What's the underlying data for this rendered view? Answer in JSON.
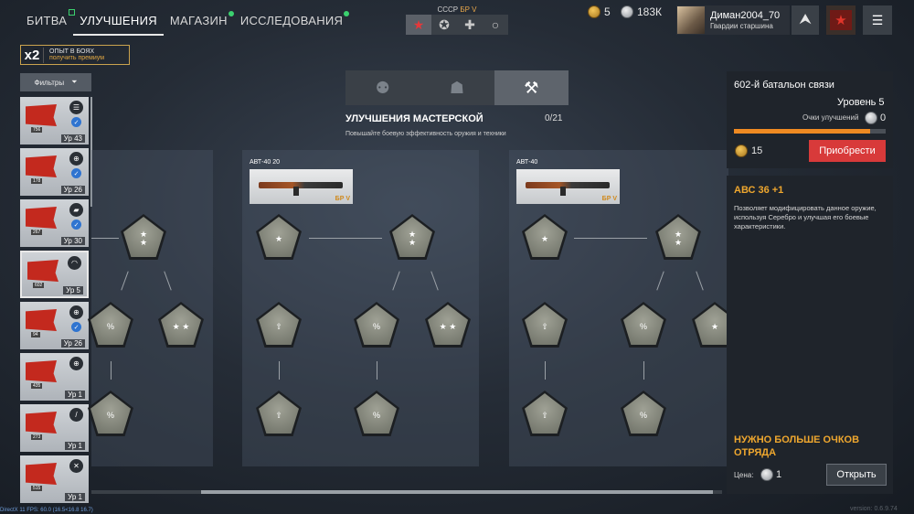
{
  "nav": {
    "tabs": [
      {
        "label": "БИТВА"
      },
      {
        "label": "УЛУЧШЕНИЯ"
      },
      {
        "label": "МАГАЗИН"
      },
      {
        "label": "ИССЛЕДОВАНИЯ"
      }
    ]
  },
  "nation": {
    "name": "СССР",
    "br": "БР V"
  },
  "currency": {
    "gold": "5",
    "silver": "183К"
  },
  "profile": {
    "name": "Диман2004_70",
    "rank": "Гвардии старшина"
  },
  "boost": {
    "mult": "x2",
    "line1": "ОПЫТ В БОЯХ",
    "line2": "получить премиум"
  },
  "filters_label": "Фильтры",
  "squads": [
    {
      "num": "756",
      "level": "Ур 43",
      "icon": "list-icon",
      "check": true
    },
    {
      "num": "178",
      "level": "Ур 26",
      "icon": "crosshair-icon",
      "check": true
    },
    {
      "num": "267",
      "level": "Ур 30",
      "icon": "tank-icon",
      "check": true
    },
    {
      "num": "602",
      "level": "Ур 5",
      "icon": "headset-icon",
      "check": false
    },
    {
      "num": "94",
      "level": "Ур 26",
      "icon": "crosshair-icon",
      "check": true
    },
    {
      "num": "435",
      "level": "Ур 1",
      "icon": "crosshair-icon",
      "check": false
    },
    {
      "num": "273",
      "level": "Ур 1",
      "icon": "knife-icon",
      "check": false
    },
    {
      "num": "515",
      "level": "Ур 1",
      "icon": "tools-icon",
      "check": false
    }
  ],
  "upgrades": {
    "title": "УЛУЧШЕНИЯ МАСТЕРСКОЙ",
    "count": "0/21",
    "desc": "Повышайте боевую эффективность оружия и техники"
  },
  "weapons": [
    {
      "name": "АВТ-40 20",
      "br": "БР V"
    },
    {
      "name": "АВТ-40",
      "br": "БР V"
    }
  ],
  "right_panel": {
    "squad_name": "602-й батальон связи",
    "level": "Уровень 5",
    "points_label": "Очки улучшений",
    "points": "0",
    "progress": 0.9,
    "price": "15",
    "buy_label": "Приобрести",
    "item_title": "АВС 36 +1",
    "item_desc": "Позволяет модифицировать данное оружие, используя Серебро и улучшая его боевые характеристики.",
    "need_title": "НУЖНО БОЛЬШЕ ОЧКОВ ОТРЯДА",
    "cost_label": "Цена:",
    "cost": "1",
    "open_label": "Открыть"
  },
  "debug": {
    "fps": "DirectX 11 FPS: 60.0 (16.5<16.8 16.7)",
    "version": "version: 0.6.9.74"
  },
  "colors": {
    "accent_red": "#d83a3a",
    "gold_text": "#efa72e",
    "progress": "#ef8a22"
  }
}
